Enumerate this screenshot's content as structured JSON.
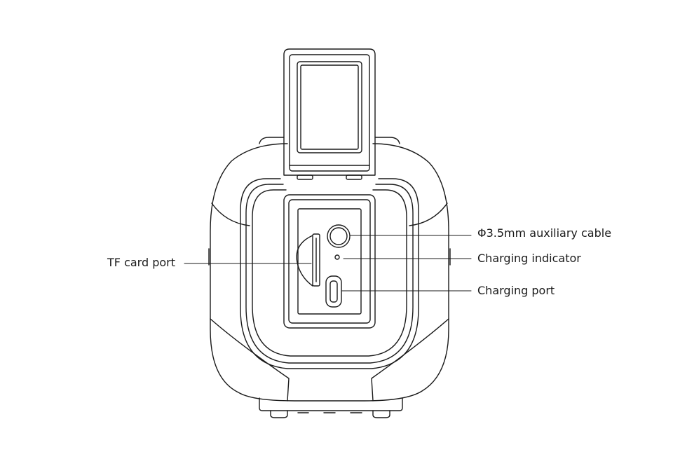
{
  "labels": {
    "tf_card_port": "TF card port",
    "aux_cable": "Φ3.5mm auxiliary cable",
    "charging_indicator": "Charging indicator",
    "charging_port": "Charging port"
  },
  "colors": {
    "line": "#1a1a1a",
    "background": "#ffffff"
  }
}
